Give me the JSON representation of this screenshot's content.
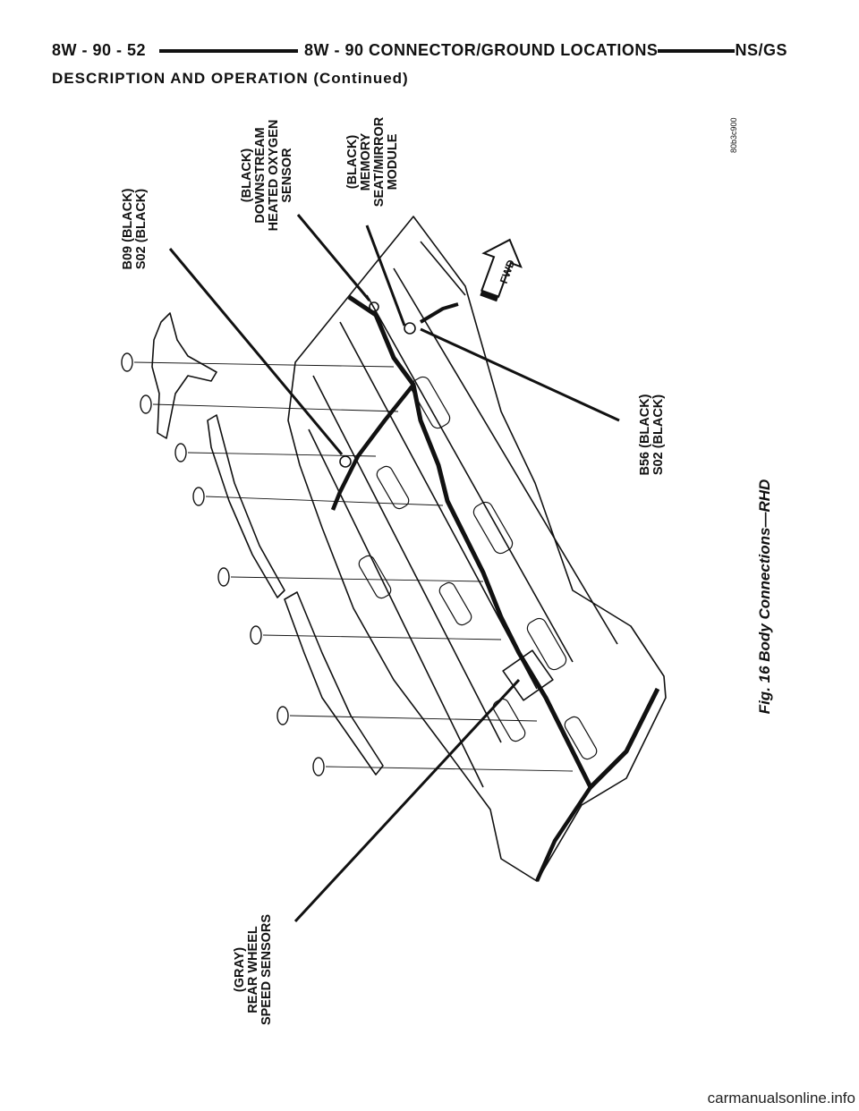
{
  "header": {
    "page_ref": "8W - 90 - 52",
    "chapter": "8W - 90 CONNECTOR/GROUND LOCATIONS",
    "model": "NS/GS"
  },
  "section": {
    "title": "DESCRIPTION AND OPERATION (Continued)"
  },
  "figure": {
    "caption": "Fig. 16 Body Connections—RHD",
    "code": "80b3c900",
    "arrow_label": "FWD",
    "callouts": {
      "b09": "B09 (BLACK)\nS02 (BLACK)",
      "oxygen": "(BLACK)\nDOWNSTREAM\nHEATED OXYGEN\nSENSOR",
      "memory": "(BLACK)\nMEMORY\nSEAT/MIRROR\nMODULE",
      "b56": "B56 (BLACK)\nS02 (BLACK)",
      "gray": "(GRAY)\nREAR WHEEL\nSPEED SENSORS"
    }
  },
  "footer": {
    "watermark": "carmanualsonline.info"
  }
}
